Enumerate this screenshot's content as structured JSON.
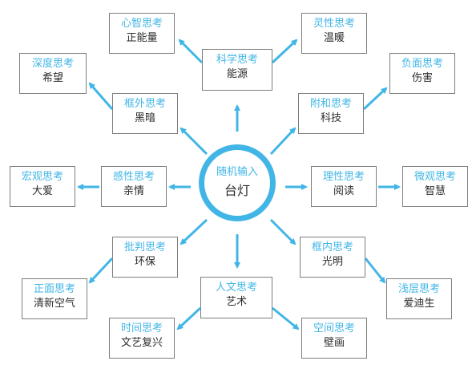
{
  "center": {
    "title": "随机输入",
    "subject": "台灯"
  },
  "nodes": [
    {
      "id": "kexue",
      "title": "科学思考",
      "answer": "能源"
    },
    {
      "id": "xinzhi",
      "title": "心智思考",
      "answer": "正能量"
    },
    {
      "id": "lingxing",
      "title": "灵性思考",
      "answer": "温暖"
    },
    {
      "id": "shendu",
      "title": "深度思考",
      "answer": "希望"
    },
    {
      "id": "fumian",
      "title": "负面思考",
      "answer": "伤害"
    },
    {
      "id": "kuangwai",
      "title": "框外思考",
      "answer": "黑暗"
    },
    {
      "id": "fuhe",
      "title": "附和思考",
      "answer": "科技"
    },
    {
      "id": "hongguan",
      "title": "宏观思考",
      "answer": "大爱"
    },
    {
      "id": "ganxing",
      "title": "感性思考",
      "answer": "亲情"
    },
    {
      "id": "lixing",
      "title": "理性思考",
      "answer": "阅读"
    },
    {
      "id": "weiguan",
      "title": "微观思考",
      "answer": "智慧"
    },
    {
      "id": "pipan",
      "title": "批判思考",
      "answer": "环保"
    },
    {
      "id": "kuangnei",
      "title": "框内思考",
      "answer": "光明"
    },
    {
      "id": "zhengmian",
      "title": "正面思考",
      "answer": "清新空气"
    },
    {
      "id": "renwen",
      "title": "人文思考",
      "answer": "艺术"
    },
    {
      "id": "qianceng",
      "title": "浅层思考",
      "answer": "爱迪生"
    },
    {
      "id": "shijian",
      "title": "时间思考",
      "answer": "文艺复兴"
    },
    {
      "id": "kongjian",
      "title": "空间思考",
      "answer": "壁画"
    }
  ],
  "colors": {
    "accent": "#41b6e6",
    "border": "#7d7d7d",
    "text": "#2b2b2b"
  }
}
